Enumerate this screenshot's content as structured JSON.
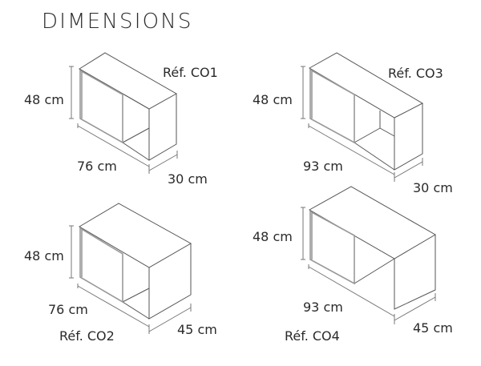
{
  "title": "DIMENSIONS",
  "units": [
    {
      "ref": "Réf. CO1",
      "height": "48 cm",
      "width": "76 cm",
      "depth": "30 cm"
    },
    {
      "ref": "Réf. CO3",
      "height": "48 cm",
      "width": "93 cm",
      "depth": "30 cm"
    },
    {
      "ref": "Réf. CO2",
      "height": "48 cm",
      "width": "76 cm",
      "depth": "45 cm"
    },
    {
      "ref": "Réf. CO4",
      "height": "48 cm",
      "width": "93 cm",
      "depth": "45 cm"
    }
  ],
  "colors": {
    "text": "#2a2a2a",
    "line": "#555555",
    "door": "#999999",
    "background": "#ffffff"
  }
}
